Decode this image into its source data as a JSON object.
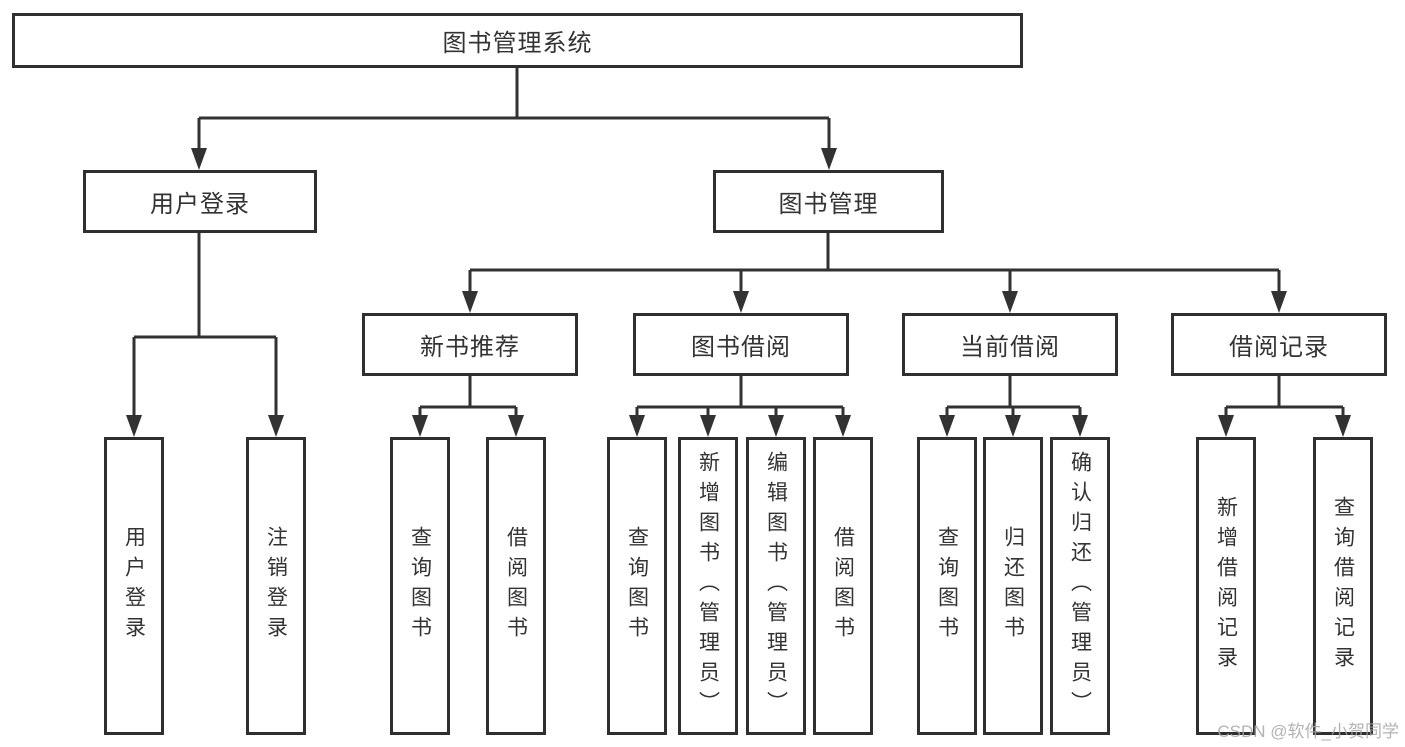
{
  "tree": {
    "label": "图书管理系统",
    "children": [
      {
        "label": "用户登录",
        "children": [
          {
            "label": "用户登录"
          },
          {
            "label": "注销登录"
          }
        ]
      },
      {
        "label": "图书管理",
        "children": [
          {
            "label": "新书推荐",
            "children": [
              {
                "label": "查询图书"
              },
              {
                "label": "借阅图书"
              }
            ]
          },
          {
            "label": "图书借阅",
            "children": [
              {
                "label": "查询图书"
              },
              {
                "label": "新增图书（管理员）"
              },
              {
                "label": "编辑图书（管理员）"
              },
              {
                "label": "借阅图书"
              }
            ]
          },
          {
            "label": "当前借阅",
            "children": [
              {
                "label": "查询图书"
              },
              {
                "label": "归还图书"
              },
              {
                "label": "确认归还（管理员）"
              }
            ]
          },
          {
            "label": "借阅记录",
            "children": [
              {
                "label": "新增借阅记录"
              },
              {
                "label": "查询借阅记录"
              }
            ]
          }
        ]
      }
    ]
  },
  "watermark": {
    "text": "CSDN @软件_小贺同学"
  },
  "colors": {
    "line": "#323232",
    "border": "#2f2f2f",
    "text": "#333333",
    "watermark": "#a6a6a6",
    "background": "#ffffff"
  }
}
